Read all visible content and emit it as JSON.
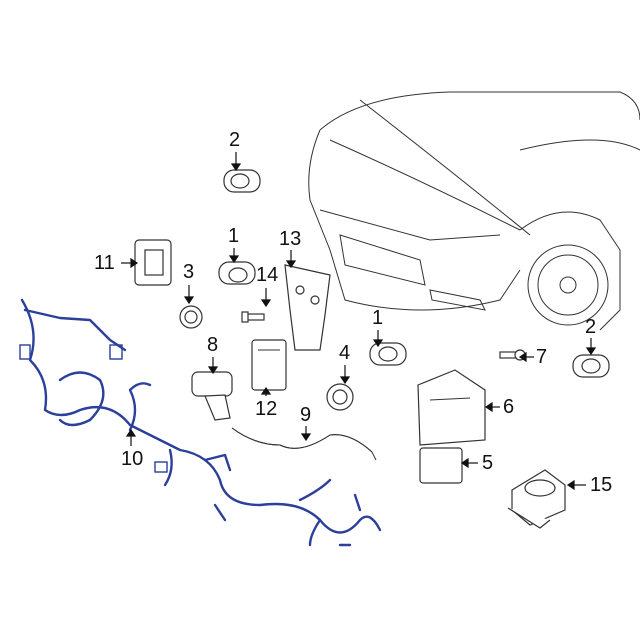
{
  "diagram": {
    "accent_color": "#2c3f9a",
    "callouts": [
      {
        "label": "2",
        "part": "parking-sensor-upper"
      },
      {
        "label": "1",
        "part": "parking-sensor-left"
      },
      {
        "label": "11",
        "part": "sensor-module"
      },
      {
        "label": "3",
        "part": "sensor-bezel"
      },
      {
        "label": "14",
        "part": "bolt"
      },
      {
        "label": "13",
        "part": "bracket"
      },
      {
        "label": "1",
        "part": "parking-sensor-center"
      },
      {
        "label": "2",
        "part": "parking-sensor-right"
      },
      {
        "label": "7",
        "part": "screw"
      },
      {
        "label": "4",
        "part": "sensor-ring"
      },
      {
        "label": "8",
        "part": "sensor-with-bracket"
      },
      {
        "label": "12",
        "part": "control-module"
      },
      {
        "label": "9",
        "part": "wire-lead"
      },
      {
        "label": "6",
        "part": "module-bracket"
      },
      {
        "label": "10",
        "part": "wiring-harness"
      },
      {
        "label": "5",
        "part": "module"
      },
      {
        "label": "15",
        "part": "horn"
      }
    ]
  }
}
